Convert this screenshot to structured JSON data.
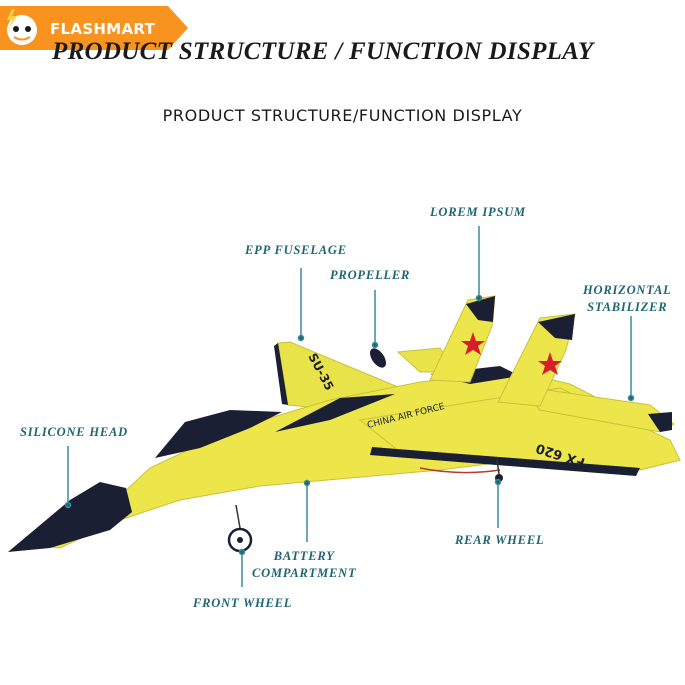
{
  "brand": {
    "name": "FLASHMART",
    "accent": "#f7931e"
  },
  "banner_title": "PRODUCT STRUCTURE / FUNCTION DISPLAY",
  "subtitle": "PRODUCT STRUCTURE/FUNCTION DISPLAY",
  "colors": {
    "callout_text": "#1f6673",
    "leader": "#3a8a99",
    "body": "#ece64a",
    "dark": "#1b1f33"
  },
  "callouts": {
    "lorem_ipsum": "LOREM IPSUM",
    "epp_fuselage": "EPP FUSELAGE",
    "propeller": "PROPELLER",
    "horizontal_stabilizer_1": "HORIZONTAL",
    "horizontal_stabilizer_2": "STABILIZER",
    "silicone_head": "SILICONE HEAD",
    "battery_compartment_1": "BATTERY",
    "battery_compartment_2": "COMPARTMENT",
    "rear_wheel": "REAR WHEEL",
    "front_wheel": "FRONT WHEEL"
  },
  "plane_markings": {
    "model": "SU-35",
    "airforce": "CHINA AIR FORCE",
    "code": "FX 620"
  }
}
